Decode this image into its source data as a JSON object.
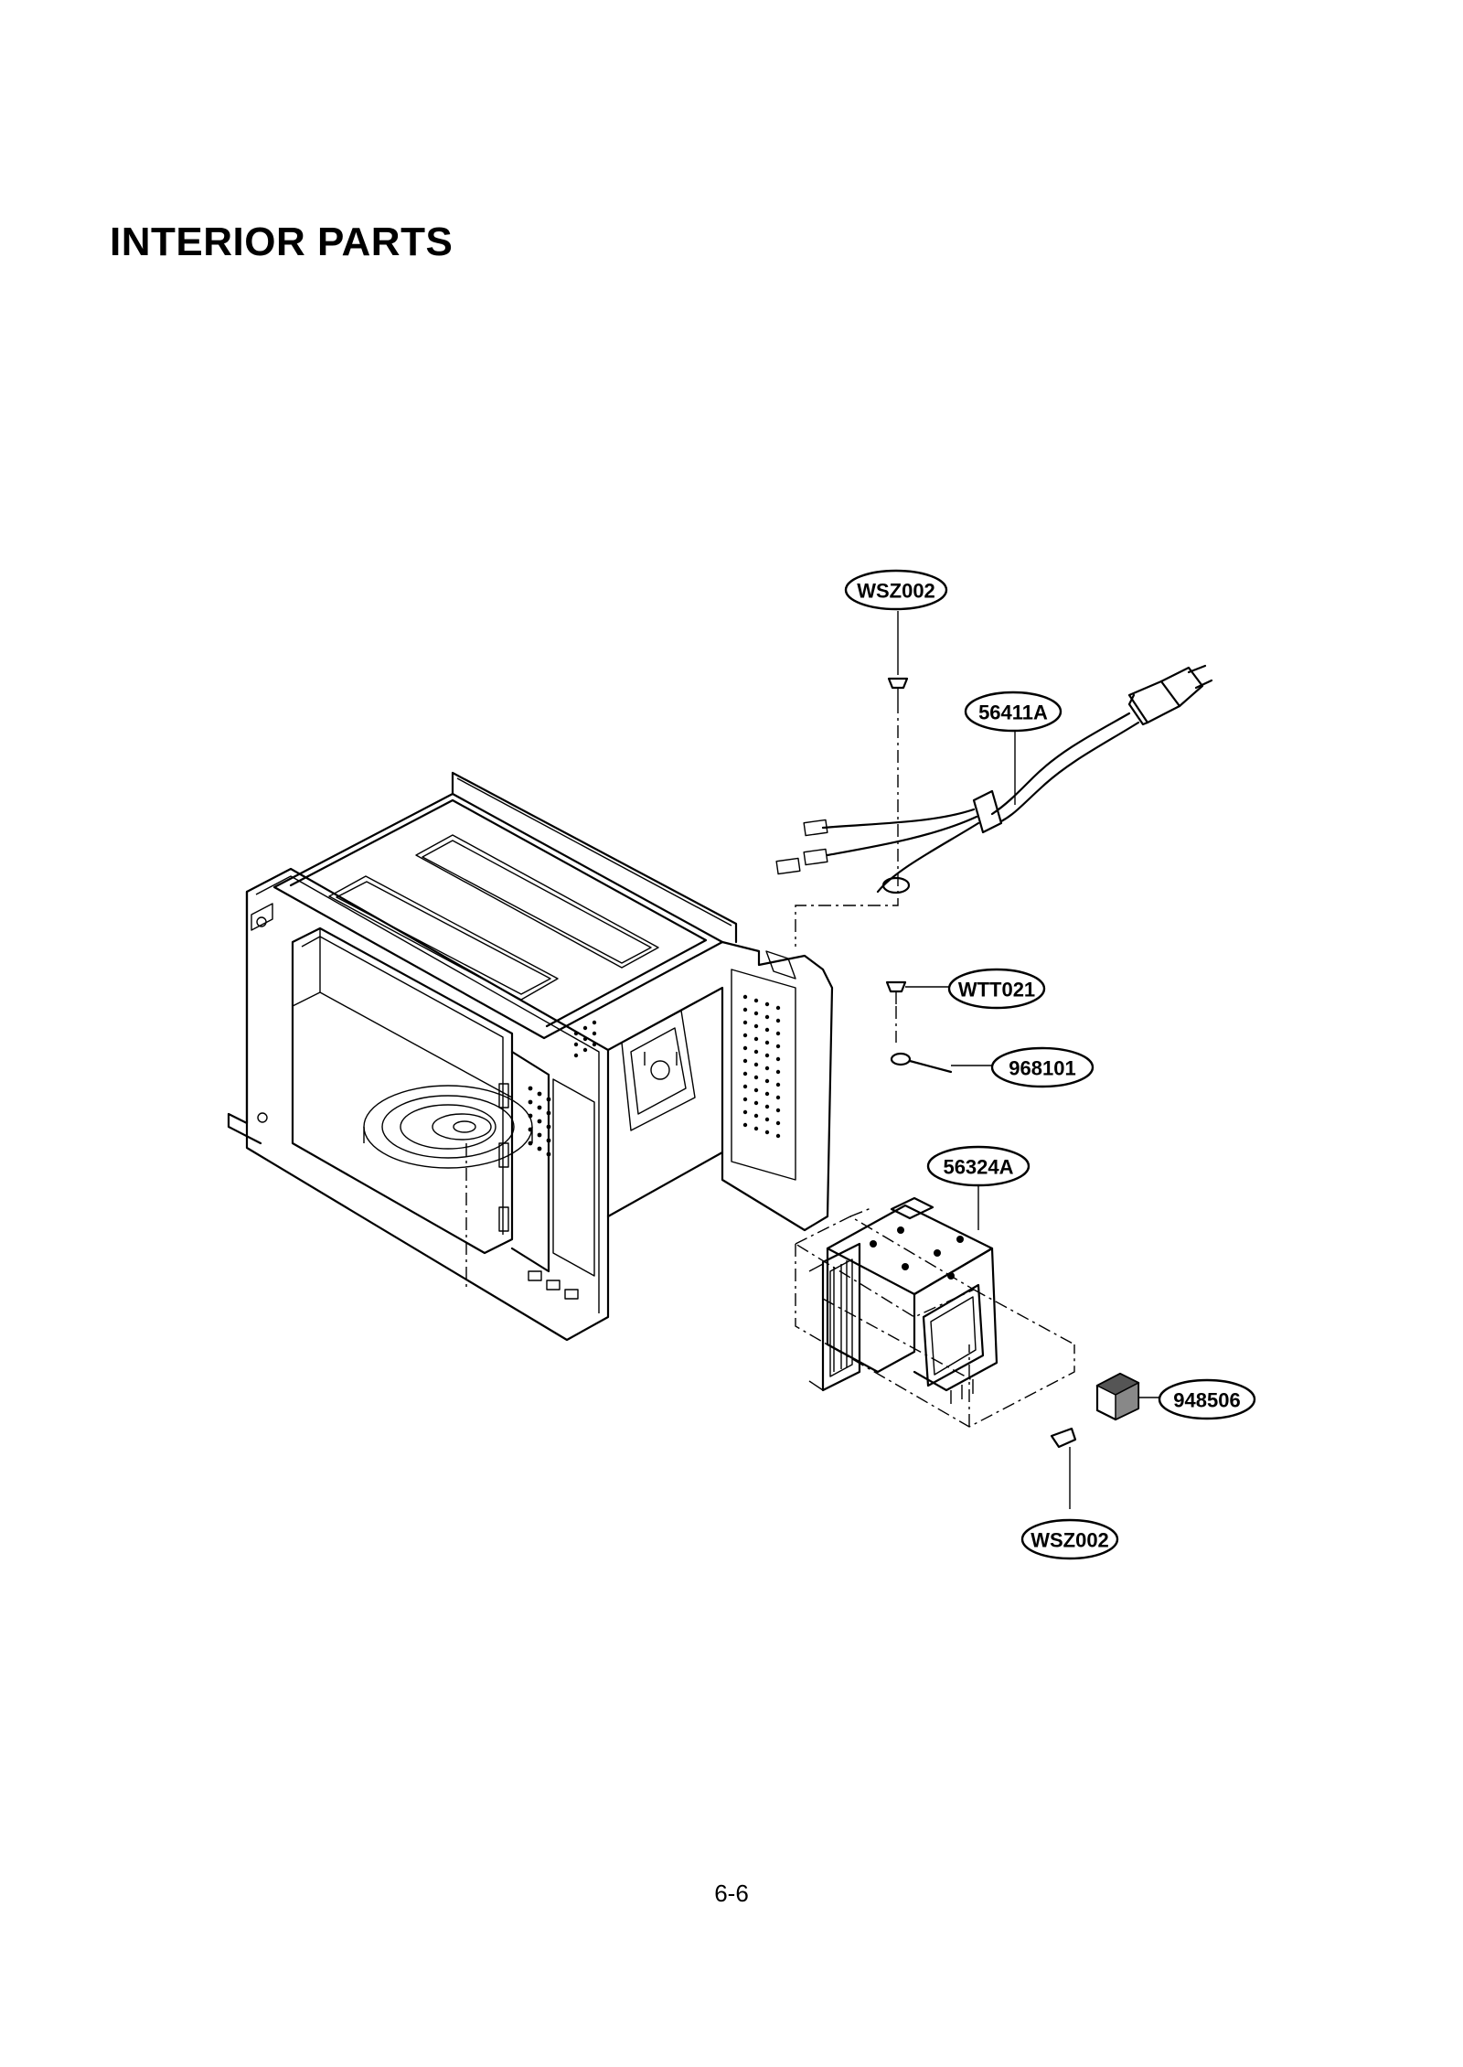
{
  "page": {
    "title": "INTERIOR PARTS",
    "page_number": "6-6"
  },
  "callouts": {
    "wsz002_top": "WSZ002",
    "p56411a": "56411A",
    "wtt021": "WTT021",
    "p968101": "968101",
    "p56324a": "56324A",
    "p948506": "948506",
    "wsz002_bottom": "WSZ002"
  }
}
